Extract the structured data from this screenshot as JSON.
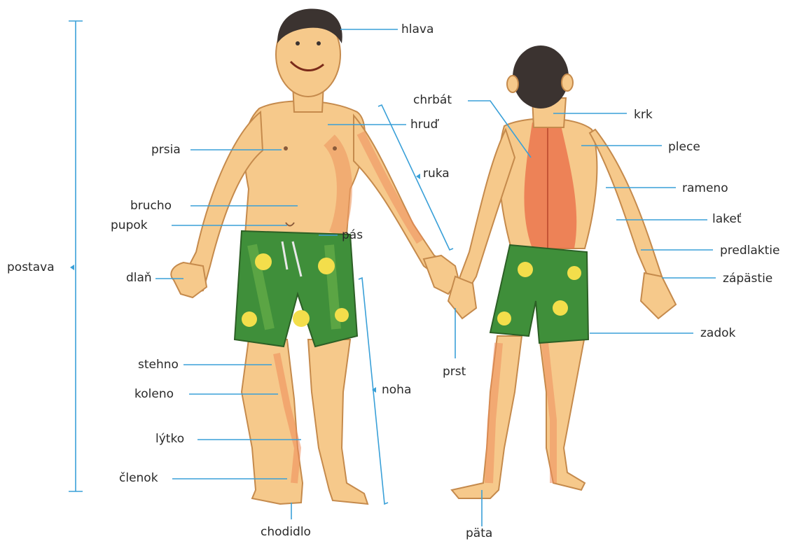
{
  "colors": {
    "leader": "#3aa0d8",
    "skin": "#f6c98b",
    "skin_shadow": "#f0a86a",
    "spine": "#e96a45",
    "hair": "#3b3330",
    "shorts": "#3f8f3a",
    "shorts_light": "#6fb54b",
    "flower": "#f3de4b"
  },
  "labels": {
    "hlava": "hlava",
    "chrbat": "chrbát",
    "krk": "krk",
    "hrud": "hruď",
    "prsia": "prsia",
    "plece": "plece",
    "ruka": "ruka",
    "rameno": "rameno",
    "brucho": "brucho",
    "pupok": "pupok",
    "pas": "pás",
    "laket": "lakeť",
    "predlaktie": "predlaktie",
    "postava": "postava",
    "dlan": "dlaň",
    "zapastie": "zápästie",
    "zadok": "zadok",
    "stehno": "stehno",
    "prst": "prst",
    "noha": "noha",
    "koleno": "koleno",
    "lytko": "lýtko",
    "clenok": "členok",
    "chodidlo": "chodidlo",
    "pata": "päta"
  }
}
